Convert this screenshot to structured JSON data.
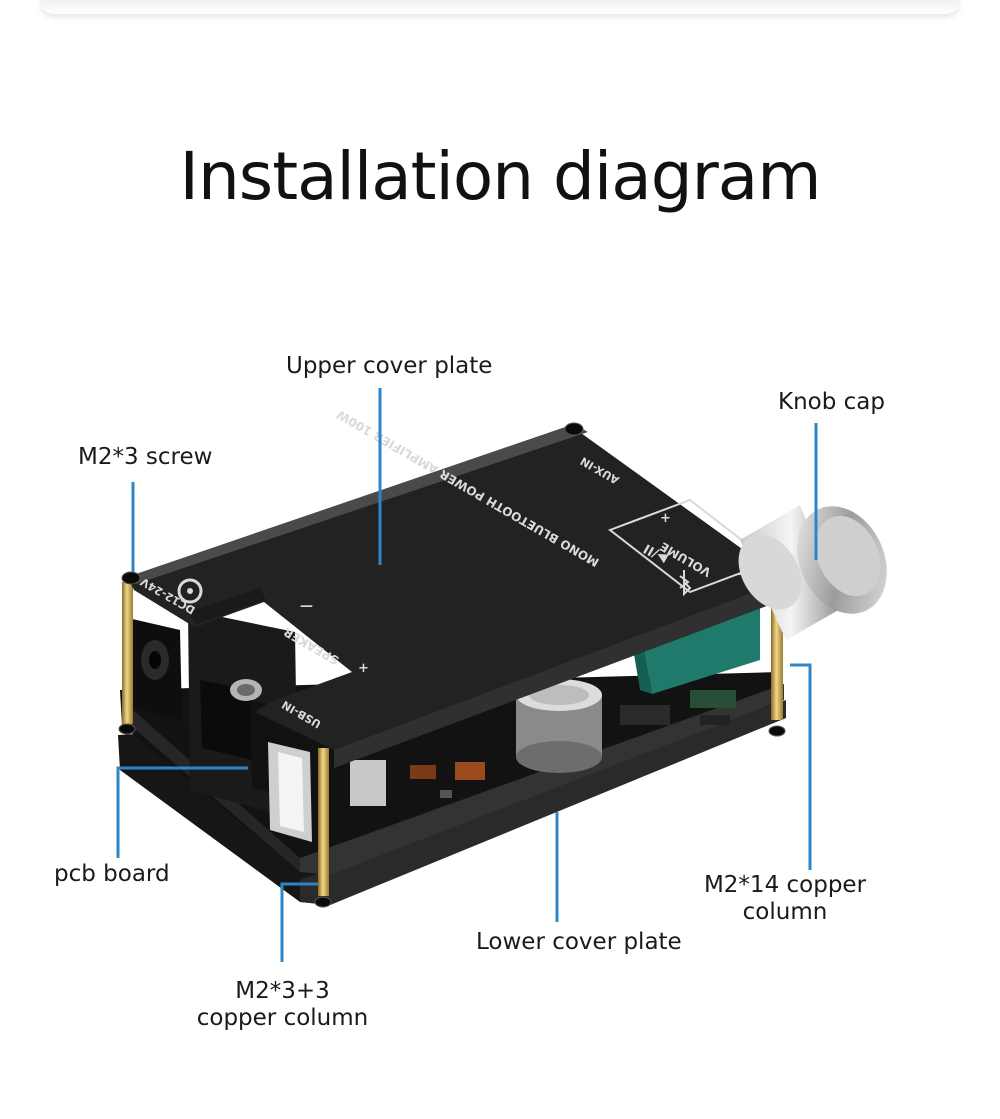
{
  "title": "Installation diagram",
  "labels": {
    "upper_cover_plate": "Upper cover plate",
    "knob_cap": "Knob cap",
    "m2x3_screw": "M2*3 screw",
    "pcb_board": "pcb board",
    "m2x14_copper_column": [
      "M2*14 copper",
      "column"
    ],
    "lower_cover_plate": "Lower cover plate",
    "m2x3_3_copper_column": [
      "M2*3+3",
      "copper column"
    ]
  },
  "panel_text": {
    "model": "MONO BLUETOOTH POWER AMPLIFIER 100W",
    "speaker": "SPEAKER",
    "speaker_minus": "—",
    "speaker_plus": "+",
    "dc_in": "DC12-24V",
    "usb_in": "USB-IN",
    "aux_in": "AUX-IN",
    "volume": "VOLUME",
    "volume_plus": "+",
    "volume_minus": "—",
    "play_pause": "▶/II"
  },
  "colors": {
    "leader_line": "#2f86c7",
    "board_black": "#1e1e1e",
    "brass": "#c9a24a"
  }
}
